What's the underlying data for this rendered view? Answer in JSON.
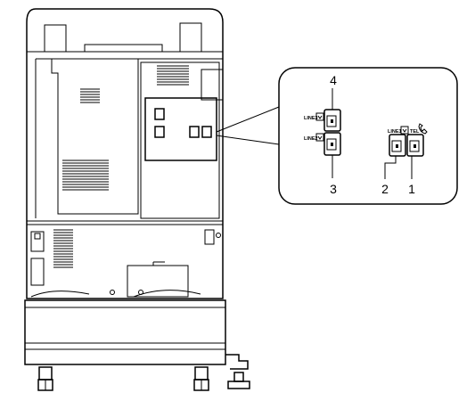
{
  "callouts": {
    "c1": "1",
    "c2": "2",
    "c3": "3",
    "c4": "4"
  },
  "port_labels": {
    "line3": "LINE3",
    "line2": "LINE2",
    "line1": "LINE1",
    "tel": "TEL"
  },
  "icons": {
    "line_port": "telephone-jack-icon",
    "tel_port": "handset-icon"
  }
}
